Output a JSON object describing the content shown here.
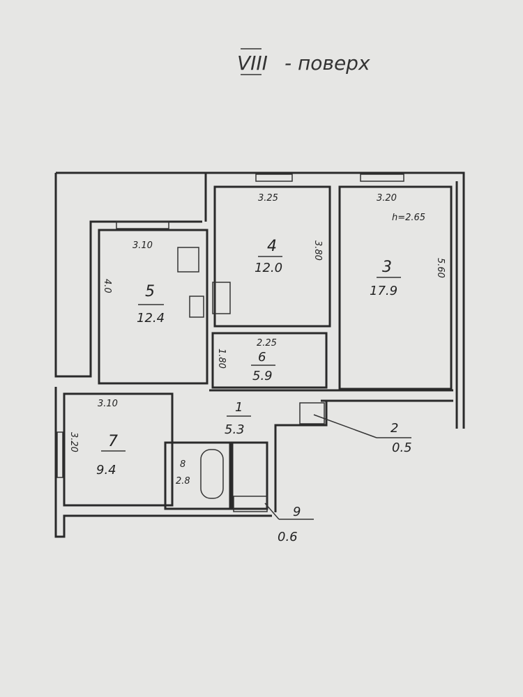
{
  "title": {
    "floor_numeral": "VIII",
    "text": "- поверх"
  },
  "ceiling_height": "h=2.65",
  "rooms": [
    {
      "number": "1",
      "area": "5.3"
    },
    {
      "number": "2",
      "area": "0.5"
    },
    {
      "number": "3",
      "area": "17.9"
    },
    {
      "number": "4",
      "area": "12.0"
    },
    {
      "number": "5",
      "area": "12.4"
    },
    {
      "number": "6",
      "area": "5.9"
    },
    {
      "number": "7",
      "area": "9.4"
    },
    {
      "number": "8",
      "area": "2.8"
    },
    {
      "number": "9",
      "area": "0.6"
    }
  ],
  "dimensions": {
    "room3_width": "3.20",
    "room3_length": "5.60",
    "room4_width": "3.25",
    "room4_length": "3.80",
    "room5_width": "3.10",
    "room5_length": "4.0",
    "room6_width": "2.25",
    "room6_length": "1.80",
    "room7_width": "3.10",
    "room7_length": "3.20"
  }
}
